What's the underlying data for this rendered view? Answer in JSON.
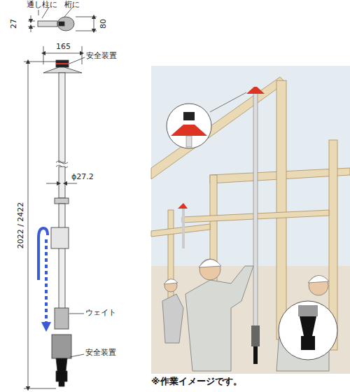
{
  "diagram": {
    "caption": "※作業イメージです。",
    "labels": [
      "通し柱に",
      "桁に",
      "27",
      "80",
      "165",
      "安全装置",
      "ϕ27.2",
      "2022 / 2422",
      "ウェイト",
      "安全装置"
    ]
  }
}
